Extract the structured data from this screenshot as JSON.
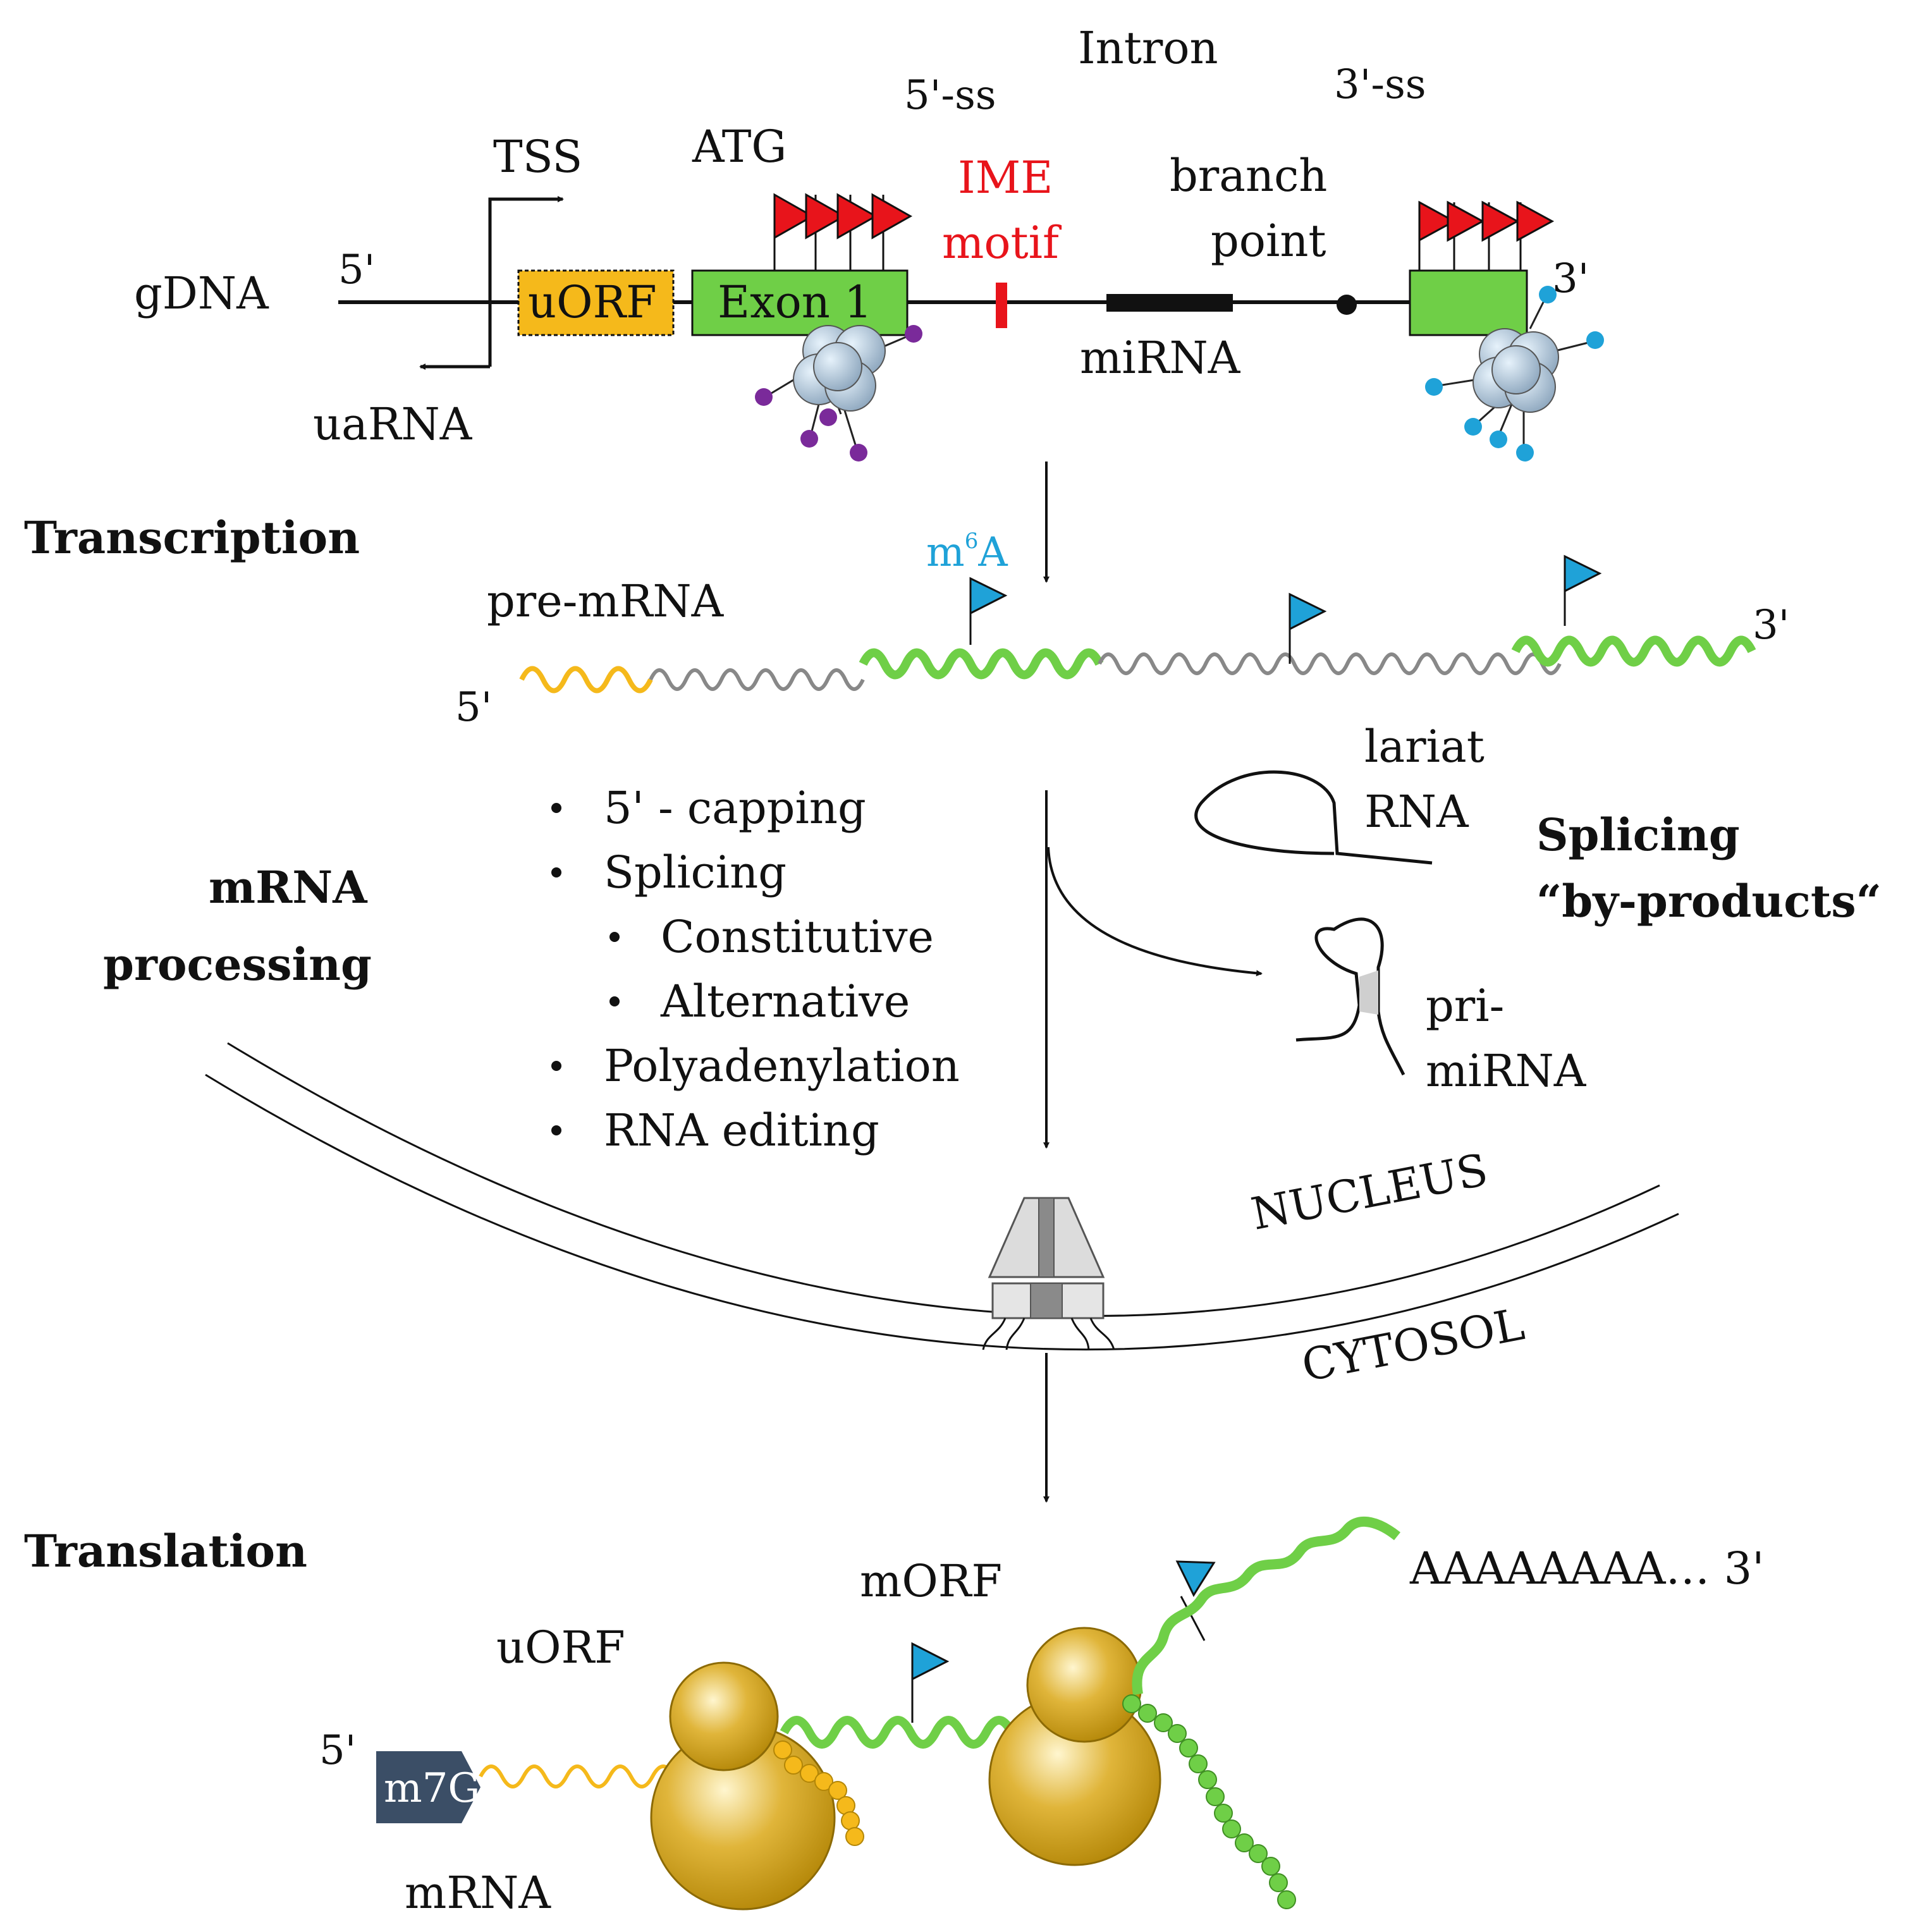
{
  "colors": {
    "exon_green": "#6fcf47",
    "uorf_orange": "#f5b91b",
    "ime_red": "#e8141b",
    "m6a_flag_blue": "#1fa2d8",
    "methyl_purple": "#7a2a9a",
    "intron_gray": "#888888",
    "ribosome_gold": "#c99a12",
    "cap_slate": "#3b4e66",
    "pore_gray": "#a0a0a0"
  },
  "gdna": {
    "label": "gDNA",
    "five_prime": "5'",
    "three_prime": "3'",
    "tss": "TSS",
    "uarna": "uaRNA",
    "uorf": "uORF",
    "exon1": "Exon 1",
    "atg": "ATG",
    "ss5": "5'-ss",
    "intron": "Intron",
    "ss3": "3'-ss",
    "ime_line1": "IME",
    "ime_line2": "motif",
    "branch_line1": "branch",
    "branch_line2": "point",
    "mirna": "miRNA"
  },
  "transcription": {
    "heading": "Transcription",
    "pre_mrna": "pre-mRNA",
    "five_prime": "5'",
    "three_prime": "3'",
    "m6a_m": "m",
    "m6a_sup": "6",
    "m6a_a": "A"
  },
  "processing": {
    "heading_line1": "mRNA",
    "heading_line2": "processing",
    "items": [
      "5' - capping",
      "Splicing",
      "Constitutive",
      "Alternative",
      "Polyadenylation",
      "RNA editing"
    ],
    "byproducts_line1": "Splicing",
    "byproducts_line2": "“by-products“",
    "lariat_line1": "lariat",
    "lariat_line2": "RNA",
    "primirna_line1": "pri-",
    "primirna_line2": "miRNA"
  },
  "compartments": {
    "nucleus": "NUCLEUS",
    "cytosol": "CYTOSOL"
  },
  "translation": {
    "heading": "Translation",
    "morf": "mORF",
    "uorf": "uORF",
    "five_prime": "5'",
    "cap": "m7G",
    "mrna": "mRNA",
    "polya": "AAAAAAAA… 3'"
  }
}
